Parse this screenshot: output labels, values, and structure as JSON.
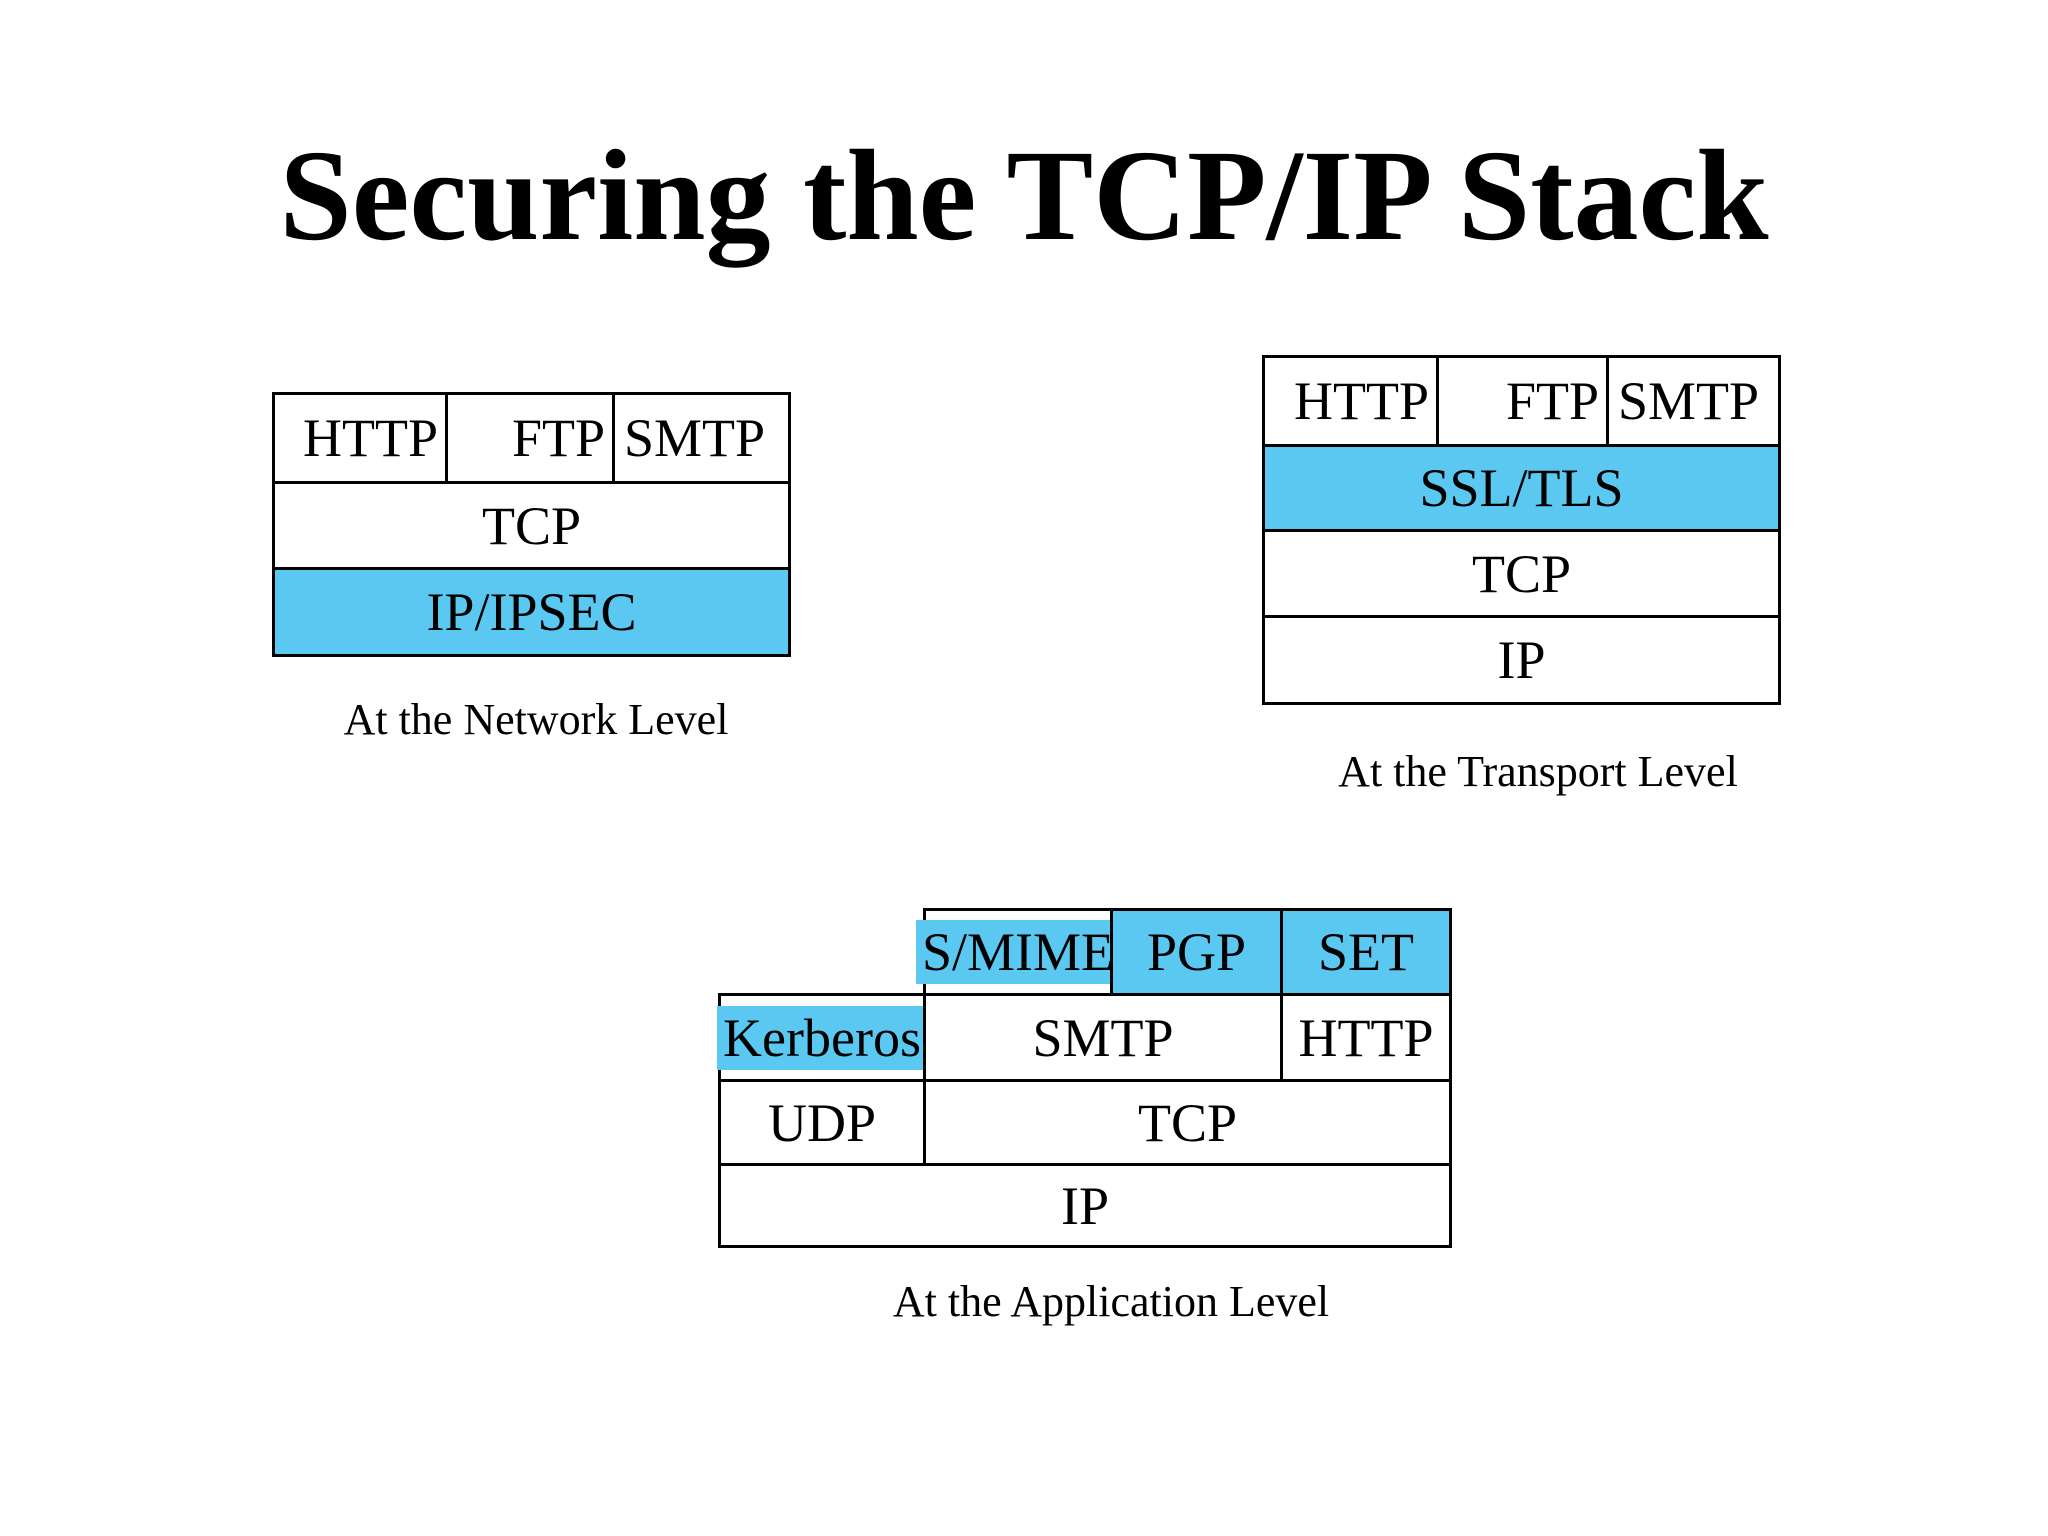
{
  "slide": {
    "title": "Securing the TCP/IP Stack"
  },
  "colors": {
    "highlight_blue": "#5BC8F2",
    "border_black": "#000000",
    "background": "#FFFFFF",
    "text": "#000000"
  },
  "network_stack": {
    "caption": "At the Network Level",
    "http": "HTTP",
    "ftp": "FTP",
    "smtp": "SMTP",
    "tcp": "TCP",
    "ip": "IP/IPSEC"
  },
  "transport_stack": {
    "caption": "At the Transport Level",
    "http": "HTTP",
    "ftp": "FTP",
    "smtp": "SMTP",
    "ssl": "SSL/TLS",
    "tcp": "TCP",
    "ip": "IP"
  },
  "application_stack": {
    "caption": "At the Application Level",
    "smime": "S/MIME",
    "pgp": "PGP",
    "set": "SET",
    "kerberos": "Kerberos",
    "smtp": "SMTP",
    "http": "HTTP",
    "udp": "UDP",
    "tcp": "TCP",
    "ip": "IP"
  }
}
